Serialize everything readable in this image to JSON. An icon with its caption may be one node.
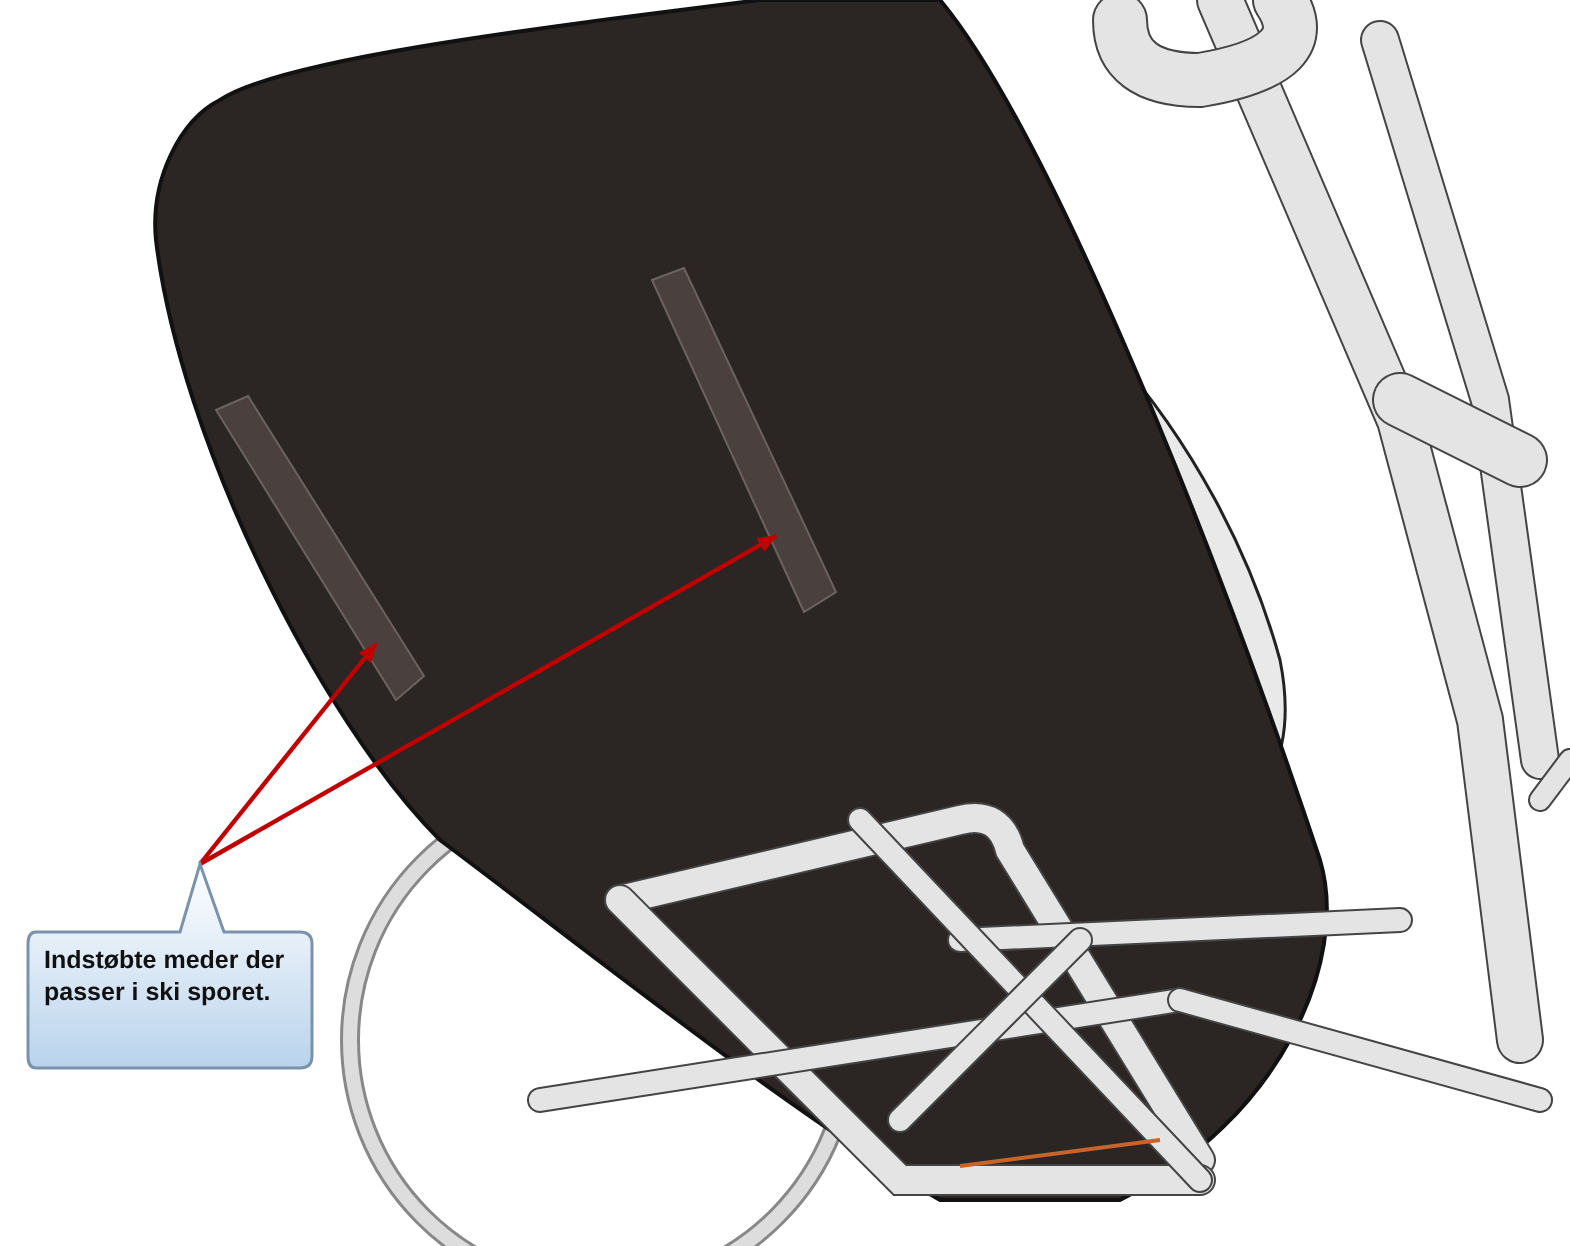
{
  "diagram": {
    "nodes": [
      {
        "text": [
          "Indstøbte meder der passer i ski sporet."
        ]
      },
      {
        "text": [],
        "shape": "bar"
      },
      {
        "text": [],
        "shape": "bar"
      }
    ],
    "edges": [
      {
        "from": 0,
        "to": 1,
        "arrow": "to"
      },
      {
        "from": 0,
        "to": 2,
        "arrow": "to"
      }
    ]
  }
}
